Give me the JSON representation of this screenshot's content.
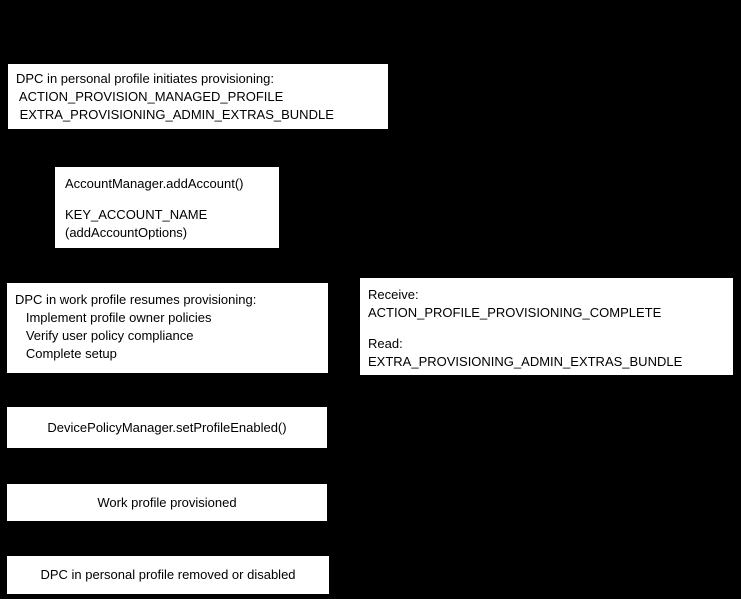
{
  "flowchart": {
    "colors": {
      "background": "#000000",
      "box_fill": "#ffffff",
      "text": "#000000"
    },
    "steps": {
      "initiate": {
        "lines": [
          "DPC in personal profile initiates provisioning:",
          " ACTION_PROVISION_MANAGED_PROFILE",
          " EXTRA_PROVISIONING_ADMIN_EXTRAS_BUNDLE"
        ]
      },
      "add_account": {
        "lines": [
          "AccountManager.addAccount()",
          "KEY_ACCOUNT_NAME",
          "(addAccountOptions)"
        ]
      },
      "resume": {
        "lines": [
          "DPC in work profile resumes provisioning:",
          "   Implement profile owner policies",
          "   Verify user policy compliance",
          "   Complete setup"
        ]
      },
      "receive": {
        "lines": [
          "Receive:",
          "ACTION_PROFILE_PROVISIONING_COMPLETE",
          "Read:",
          "EXTRA_PROVISIONING_ADMIN_EXTRAS_BUNDLE"
        ]
      },
      "set_profile_enabled": {
        "label": "DevicePolicyManager.setProfileEnabled()"
      },
      "work_profile_provisioned": {
        "label": "Work profile provisioned"
      },
      "dpc_removed": {
        "label": "DPC in personal profile removed or disabled"
      }
    }
  }
}
